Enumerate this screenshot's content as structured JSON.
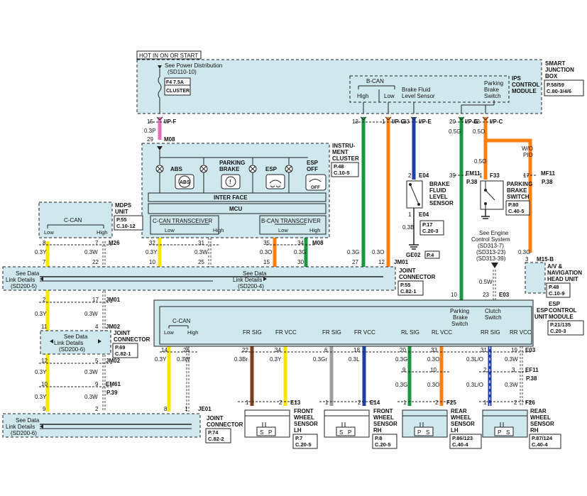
{
  "header": {
    "hot_label": "HOT IN ON OR START"
  },
  "smart_junction_box": {
    "title_line1": "SMART",
    "title_line2": "JUNCTION",
    "title_line3": "BOX",
    "ref1": "P.58/59",
    "ref2": "C.80-3/4/6",
    "power_dist_line1": "See Power Distribution",
    "power_dist_line2": "(SD110-10)",
    "fuse_rating": "F4 7.5A",
    "fuse_name": "CLUSTER",
    "ips_line1": "IPS",
    "ips_line2": "CONTROL",
    "ips_line3": "MODULE",
    "bcan": "B-CAN",
    "high": "High",
    "low": "Low",
    "brake_fluid_line1": "Brake Fluid",
    "brake_fluid_line2": "Level Sensor",
    "parking_line1": "Parking",
    "parking_line2": "Brake",
    "parking_line3": "Switch"
  },
  "cluster": {
    "title_line1": "INSTRU-",
    "title_line2": "MENT",
    "title_line3": "CLUSTER",
    "ref1": "P.48",
    "ref2": "C.10-5",
    "abs": "ABS",
    "abs_icon": "ABS",
    "parking_line1": "PARKING",
    "parking_line2": "BRAKE",
    "esp": "ESP",
    "esp_off_line1": "ESP",
    "esp_off_line2": "OFF",
    "esp_off_icon": "OFF",
    "interface": "INTER FACE",
    "mcu": "MCU",
    "ccan_transceiver": "C-CAN TRANSCEIVER",
    "bcan_transceiver": "B-CAN TRANSCEIVER",
    "low": "Low",
    "high": "High"
  },
  "mdps": {
    "title_line1": "MDPS",
    "title_line2": "UNIT",
    "ref1": "P.55",
    "ref2": "C.10-12",
    "ccan": "C-CAN",
    "low": "Low",
    "high": "High"
  },
  "esp_module": {
    "title_line1": "ESP",
    "title_line2": "CONTROL",
    "title_line3": "MODULE",
    "ref1": "P.21/135",
    "ref2": "C.20-3",
    "unit_label_line1": "ESP",
    "unit_label_line2": "UNIT",
    "ccan": "C-CAN",
    "low": "Low",
    "high": "High",
    "fr_sig": "FR SIG",
    "fr_vcc": "FR VCC",
    "rl_sig": "RL SIG",
    "rl_vcc": "RL VCC",
    "rr_sig": "RR SIG",
    "rr_vcc": "RR VCC",
    "parking_line1": "Parking",
    "parking_line2": "Brake",
    "parking_line3": "Switch",
    "clutch_line1": "Clutch",
    "clutch_line2": "Switch"
  },
  "junction_connectors": {
    "jc1_line1": "JOINT",
    "jc1_line2": "CONNECTOR",
    "jc1_ref1": "P.55",
    "jc1_ref2": "C.82-1",
    "jc2_line1": "JOINT",
    "jc2_line2": "CONNECTOR",
    "jc2_ref1": "P.69",
    "jc2_ref2": "C.82-1",
    "jc3_line1": "JOINT",
    "jc3_line2": "CONNECTOR",
    "jc3_ref1": "P.74",
    "jc3_ref2": "C.82-2",
    "see_data_line1": "See Data",
    "see_data_line2": "Link Details",
    "sd200_5": "(SD200-5)",
    "sd200_4": "(SD200-4)",
    "sd200_6": "(SD200-6)"
  },
  "brake_fluid_sensor": {
    "line1": "BRAKE",
    "line2": "FLUID",
    "line3": "LEVEL",
    "line4": "SENSOR",
    "ref1": "P.17",
    "ref2": "C.20-3",
    "ground": "GE02",
    "ground_ref": "P.4"
  },
  "parking_switch": {
    "line1": "PARKING",
    "line2": "BRAKE",
    "line3": "SWITCH",
    "ref1": "P.80",
    "ref2": "C.40-5",
    "wo_line1": "W/O",
    "wo_line2": "PIO"
  },
  "av_unit": {
    "line1": "A/V &",
    "line2": "NAVIGATION",
    "line3": "HEAD UNIT",
    "ref1": "P.48",
    "ref2": "C.10-9"
  },
  "engine_ref": {
    "line1": "See Engine",
    "line2": "Control System",
    "line3": "(SD313-7)",
    "line4": "(SD313-23)",
    "line5": "(SD313-39)"
  },
  "sensors": {
    "fl": {
      "line1": "FRONT",
      "line2": "WHEEL",
      "line3": "SENSOR",
      "line4": "LH",
      "ref1": "P.7",
      "ref2": "C.20-5",
      "conn": "E13"
    },
    "fr": {
      "line1": "FRONT",
      "line2": "WHEEL",
      "line3": "SENSOR",
      "line4": "RH",
      "ref1": "P.8",
      "ref2": "C.20-5",
      "conn": "E14"
    },
    "rl": {
      "line1": "REAR",
      "line2": "WHEEL",
      "line3": "SENSOR",
      "line4": "LH",
      "ref1": "P.86/123",
      "ref2": "C.40-4",
      "conn": "F25"
    },
    "rr": {
      "line1": "REAR",
      "line2": "WHEEL",
      "line3": "SENSOR",
      "line4": "RH",
      "ref1": "P.87/124",
      "ref2": "C.40-4",
      "conn": "F26"
    },
    "s": "S",
    "p": "P"
  },
  "pins": {
    "p15": "15",
    "ipf": "I/P-F",
    "w03p": "0.3P",
    "p29": "29",
    "m08": "M08",
    "p13": "13",
    "p1": "1",
    "ipg": "I/P-G",
    "p33": "33",
    "ipe": "I/P-E",
    "p20": "20",
    "p22": "22",
    "ipc": "I/P-C",
    "w05g": "0.5G",
    "w05o": "0.5O",
    "p2": "2",
    "e04": "E04",
    "p39": "39",
    "em11": "EM11",
    "ref_p38": "P.38",
    "p1b": "1",
    "f33": "F33",
    "p17": "17",
    "mf11": "MF11",
    "w03b": "0.3B",
    "p8": "8",
    "p7": "7",
    "m26": "M26",
    "w03y": "0.3Y",
    "w03w": "0.3W",
    "p22b": "22",
    "p32": "32",
    "p31": "31",
    "p10": "10",
    "p25": "25",
    "p35": "35",
    "p34": "34",
    "p15b": "15",
    "p30": "30",
    "m08b": "M08",
    "w03o": "0.3O",
    "w03g": "0.3G",
    "p27": "27",
    "p12": "12",
    "jm01": "JM01",
    "p3": "3",
    "m15b": "M15-B",
    "w05w": "0.5W",
    "p10b": "10",
    "p23": "23",
    "e03": "E03",
    "p2b": "2",
    "p17b": "17",
    "jm01b": "JM01",
    "p11": "11",
    "p4": "4",
    "jm02": "JM02",
    "p12b": "12",
    "p5": "5",
    "jm02b": "JM02",
    "p10c": "10",
    "p9": "9",
    "em61": "EM61",
    "ref_p39": "P.39",
    "p9b": "9",
    "p2c": "2",
    "p14": "14",
    "p26": "26",
    "p8b": "8",
    "p1c": "1",
    "je01": "JE01",
    "p22c": "22",
    "p34b": "34",
    "p6": "6",
    "p18": "18",
    "p20b": "20",
    "p33b": "33",
    "p31b": "31",
    "p19": "19",
    "e03b": "E03",
    "w03br": "0.3Br",
    "w03gr": "0.3Gr",
    "w03l": "0.3L",
    "w03lo": "0.3L/O",
    "p9c": "9",
    "p10d": "10",
    "p2d": "2",
    "p3b": "3",
    "ef11": "EF11",
    "ref_p38b": "P.38",
    "p1d": "1",
    "p2e": "2"
  }
}
